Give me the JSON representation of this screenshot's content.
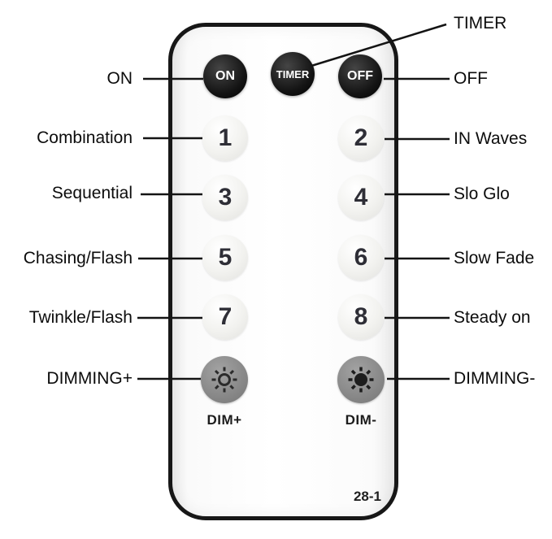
{
  "remote": {
    "top_buttons": [
      {
        "label": "ON"
      },
      {
        "label": "TIMER"
      },
      {
        "label": "OFF"
      }
    ],
    "number_buttons": [
      "1",
      "2",
      "3",
      "4",
      "5",
      "6",
      "7",
      "8"
    ],
    "dim_buttons": [
      {
        "label": "DIM+"
      },
      {
        "label": "DIM-"
      }
    ],
    "model": "28-1"
  },
  "callouts": {
    "left": [
      {
        "label": "ON"
      },
      {
        "label": "Combination"
      },
      {
        "label": "Sequential"
      },
      {
        "label": "Chasing/Flash"
      },
      {
        "label": "Twinkle/Flash"
      },
      {
        "label": "DIMMING+"
      }
    ],
    "right": [
      {
        "label": "TIMER"
      },
      {
        "label": "OFF"
      },
      {
        "label": "IN Waves"
      },
      {
        "label": "Slo Glo"
      },
      {
        "label": "Slow Fade"
      },
      {
        "label": "Steady on"
      },
      {
        "label": "DIMMING-"
      }
    ]
  },
  "colors": {
    "line": "#141414",
    "button_black": "#141414",
    "button_gray": "#8a8a8a"
  }
}
